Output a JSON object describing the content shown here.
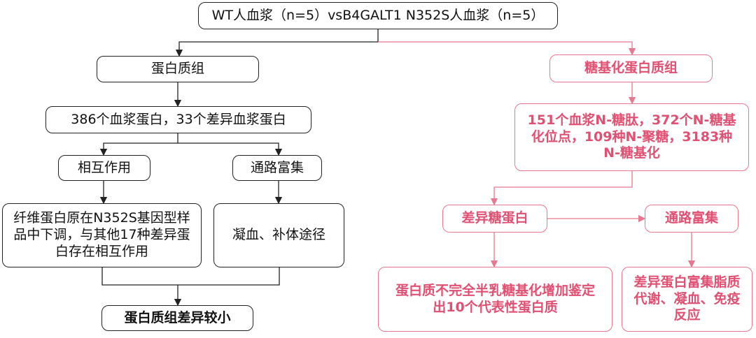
{
  "title": "WT人血浆（n=5）vsB4GALT1 N352S人血浆（n=5）",
  "left": {
    "proteome": "蛋白质组",
    "counts": "386个血浆蛋白，33个差异血浆蛋白",
    "interaction": "相互作用",
    "pathway": "通路富集",
    "interaction_result": "纤维蛋白原在N352S基因型样品中下调，与其他17种差异蛋白存在相互作用",
    "pathway_result": "凝血、补体途径",
    "conclusion": "蛋白质组差异较小"
  },
  "right": {
    "glyco": "糖基化蛋白质组",
    "counts": "151个血浆N-糖肽，372个N-糖基化位点，109种N-聚糖，3183种N-糖基化",
    "diff": "差异糖蛋白",
    "pathway": "通路富集",
    "diff_result": "蛋白质不完全半乳糖基化增加鉴定出10个代表性蛋白质",
    "pathway_result": "差异蛋白富集脂质代谢、凝血、免疫反应"
  },
  "colors": {
    "black": "#222222",
    "pink": "#e05072"
  }
}
